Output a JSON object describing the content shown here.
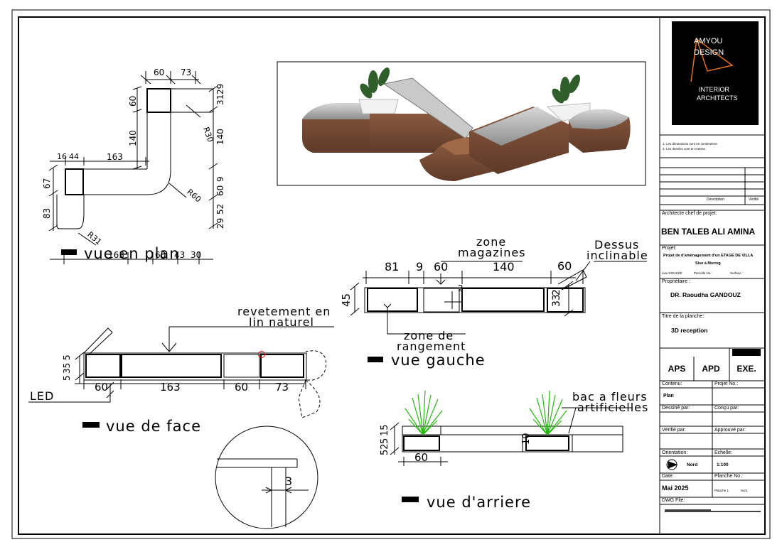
{
  "views": {
    "plan": "vue en plan",
    "face": "vue de face",
    "gauche": "vue gauche",
    "arriere": "vue d'arriere"
  },
  "notes": {
    "revetement": [
      "revetement en",
      "lin naturel"
    ],
    "led": "LED",
    "zone_magazines": [
      "zone",
      "magazines"
    ],
    "dessus": [
      "Dessus",
      "inclinable"
    ],
    "zone_rangement": [
      "zone de",
      "rangement"
    ],
    "bac_fleurs": [
      "bac a fleurs",
      "artificielles"
    ]
  },
  "dims": {
    "plan": [
      "60",
      "73",
      "60",
      "140",
      "31",
      "29",
      "140",
      "R30",
      "16",
      "44",
      "163",
      "67",
      "9",
      "60",
      "R60",
      "83",
      "29",
      "52",
      "R31",
      "163",
      "60",
      "43",
      "30"
    ],
    "face": [
      "60",
      "163",
      "60",
      "73",
      "5",
      "35",
      "5",
      "3"
    ],
    "gauche": [
      "81",
      "9",
      "60",
      "140",
      "60",
      "45",
      "2",
      "33",
      "2"
    ],
    "arriere": [
      "52",
      "5",
      "15",
      "60",
      "10"
    ]
  },
  "title_block": {
    "logo_line1": "AMYOU",
    "logo_line2": "DESIGN",
    "logo_sub1": "INTERIOR",
    "logo_sub2": "ARCHITECTS",
    "remarks": [
      "1. Les dimensions sont en centimetres",
      "2. Les dessins sont en metres."
    ],
    "rev_description": "Description",
    "rev_verifie": "Vérifié",
    "architect_label": "Architecte chef de projet:",
    "architect": "BEN TALEB ALI AMINA",
    "project_label": "Projet:",
    "project_line1": "Projet de d'aménagement  d'un ETAGE DE VILLA",
    "project_line2": "Sise à Msrreg",
    "lieu": "Lieu:SOUSSE",
    "parcelle": "Parcelle No.:",
    "surface": "Surface :",
    "owner_label": "Propriétaire :",
    "owner": "DR. Raoudha GANDOUZ",
    "sheet_title_label": "Titre de la planche:",
    "sheet_title": "3D reception",
    "phases": [
      "APS",
      "APD",
      "EXE."
    ],
    "contenu_label": "Contenu:",
    "contenu": "Plan",
    "projet_no_label": "Projet No.:",
    "dessine_label": "Dessiné par:",
    "concu_label": "Conçu par:",
    "verifie_label": "Vérifié par:",
    "approuve_label": "Approuvé par:",
    "orientation_label": "Orientation:",
    "echelle_label": "Echelle:",
    "nord": "Nord",
    "echelle": "1:100",
    "date_label": "Date:",
    "planche_label": "Planche No.:",
    "date": "Mai 2025",
    "planche": "Planche 1",
    "sur": "Sur1",
    "dwg_label": "DWG File:"
  }
}
